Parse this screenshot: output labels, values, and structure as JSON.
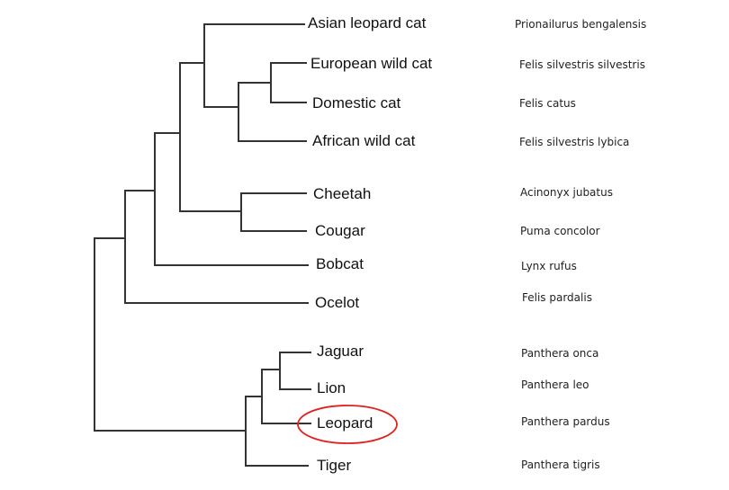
{
  "taxa": [
    {
      "common": "Asian leopard cat",
      "scientific": "Prionailurus bengalensis"
    },
    {
      "common": "European wild cat",
      "scientific": "Felis silvestris silvestris"
    },
    {
      "common": "Domestic cat",
      "scientific": "Felis catus"
    },
    {
      "common": "African wild cat",
      "scientific": "Felis silvestris lybica"
    },
    {
      "common": "Cheetah",
      "scientific": "Acinonyx jubatus"
    },
    {
      "common": "Cougar",
      "scientific": "Puma concolor"
    },
    {
      "common": "Bobcat",
      "scientific": "Lynx rufus"
    },
    {
      "common": "Ocelot",
      "scientific": "Felis pardalis"
    },
    {
      "common": "Jaguar",
      "scientific": "Panthera onca"
    },
    {
      "common": "Lion",
      "scientific": "Panthera leo"
    },
    {
      "common": "Leopard",
      "scientific": "Panthera pardus"
    },
    {
      "common": "Tiger",
      "scientific": "Panthera tigris"
    }
  ],
  "highlight": {
    "taxon": "Leopard",
    "color": "#e02020"
  },
  "line_color": "#333333"
}
